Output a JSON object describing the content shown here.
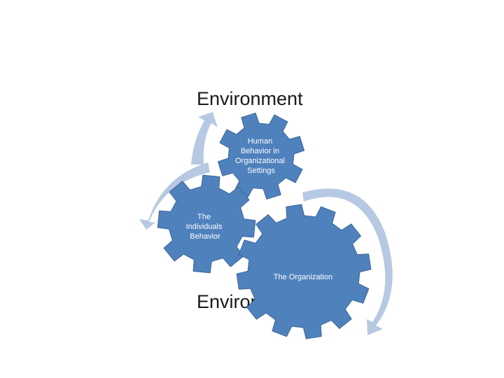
{
  "slide": {
    "environment_top": "Environment",
    "environment_bottom": "Environment",
    "gears": {
      "top": {
        "lines": [
          "Human",
          "Behavior in",
          "Organizational",
          "Settings"
        ]
      },
      "left": {
        "lines": [
          "The",
          "Individuals",
          "Behavior"
        ]
      },
      "big": {
        "lines": [
          "The Organization"
        ]
      }
    }
  },
  "colors": {
    "gear_fill": "#4f81bd",
    "gear_stroke": "#3a6796",
    "arrow_fill": "#b7c9e2"
  }
}
